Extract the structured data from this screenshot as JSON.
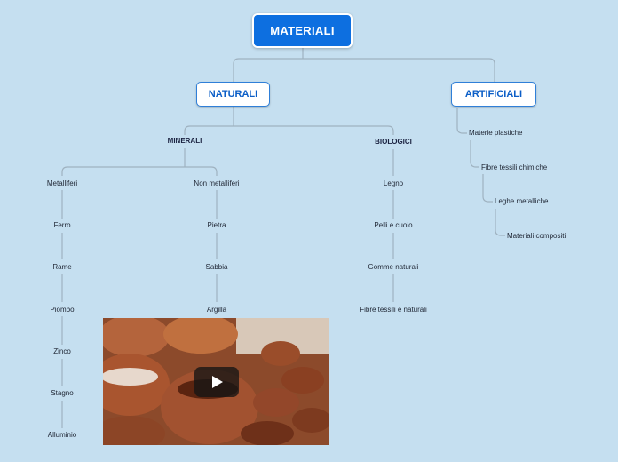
{
  "map": {
    "root": "MATERIALI",
    "naturali": {
      "label": "NATURALI",
      "minerali": {
        "label": "MINERALI",
        "metalliferi": {
          "label": "Metalliferi",
          "items": [
            "Ferro",
            "Rame",
            "Piombo",
            "Zinco",
            "Stagno",
            "Alluminio"
          ]
        },
        "non_metalliferi": {
          "label": "Non metalliferi",
          "items": [
            "Pietra",
            "Sabbia",
            "Argilla"
          ]
        }
      },
      "biologici": {
        "label": "BIOLOGICI",
        "items": [
          "Legno",
          "Pelli e cuoio",
          "Gomme naturali",
          "Fibre tessili e naturali"
        ]
      }
    },
    "artificiali": {
      "label": "ARTIFICIALI",
      "items": [
        "Materie plastiche",
        "Fibre tessili chimiche",
        "Leghe metalliche",
        "Materiali compositi"
      ]
    }
  },
  "video": {
    "icon": "play-icon"
  },
  "colors": {
    "background": "#c5dff0",
    "root_fill": "#0d6fe0",
    "main_text": "#0b5ec7",
    "connector": "#9fb2c0"
  }
}
